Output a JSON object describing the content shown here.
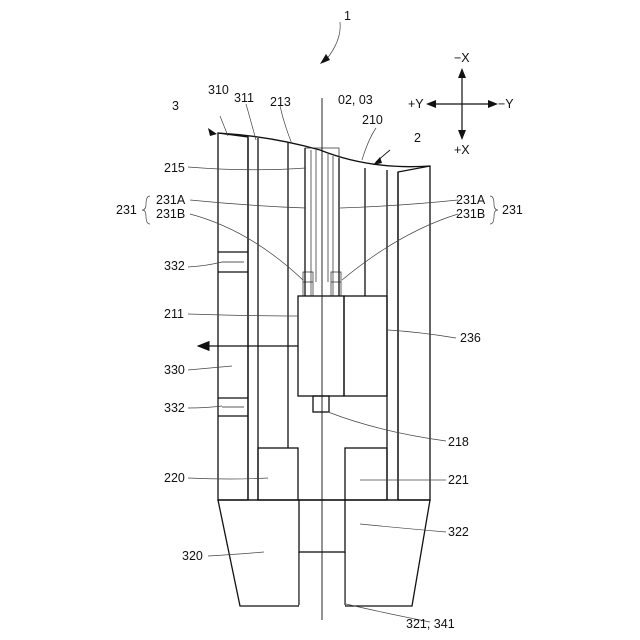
{
  "figure_number": "1",
  "labels": {
    "l1": "1",
    "l3": "3",
    "l310": "310",
    "l311": "311",
    "l213": "213",
    "l0203": "02, 03",
    "l210": "210",
    "l2": "2",
    "l215": "215",
    "l231_left": "231",
    "l231A_left": "231A",
    "l231B_left": "231B",
    "l231A_right": "231A",
    "l231B_right": "231B",
    "l231_right": "231",
    "l332_top": "332",
    "l211": "211",
    "l236": "236",
    "l330": "330",
    "l332_bottom": "332",
    "l218": "218",
    "l220": "220",
    "l221": "221",
    "l322": "322",
    "l320": "320",
    "l321_341": "321, 341"
  },
  "axes": {
    "minus_x": "−X",
    "plus_x": "+X",
    "plus_y": "+Y",
    "minus_y": "−Y"
  }
}
